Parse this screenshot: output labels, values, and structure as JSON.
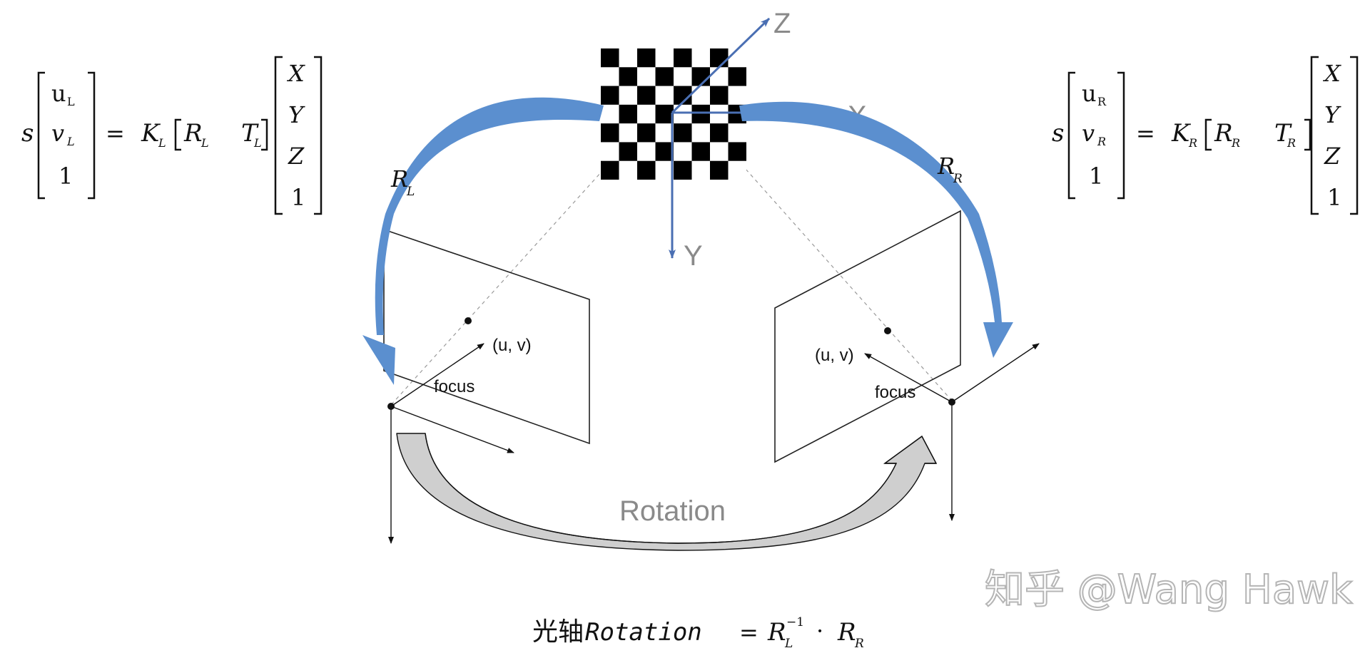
{
  "equations": {
    "left": {
      "scale": "s",
      "vec_u": "u",
      "vec_u_sub": "L",
      "vec_v": "v",
      "vec_v_sub": "L",
      "vec_one": "1",
      "equals": "=",
      "K": "K",
      "K_sub": "L",
      "R": "R",
      "R_sub": "L",
      "T": "T",
      "T_sub": "L",
      "world": [
        "X",
        "Y",
        "Z",
        "1"
      ]
    },
    "right": {
      "scale": "s",
      "vec_u": "u",
      "vec_u_sub": "R",
      "vec_v": "v",
      "vec_v_sub": "R",
      "vec_one": "1",
      "equals": "=",
      "K": "K",
      "K_sub": "R",
      "R": "R",
      "R_sub": "R",
      "T": "T",
      "T_sub": "R",
      "world": [
        "X",
        "Y",
        "Z",
        "1"
      ]
    },
    "bottom": {
      "prefix": "光轴",
      "name": "Rotation",
      "equals": "=",
      "R1": "R",
      "R1_sub": "L",
      "R1_sup": "−1",
      "dot": "·",
      "R2": "R",
      "R2_sub": "R"
    }
  },
  "axes": {
    "x": "X",
    "y": "Y",
    "z": "Z"
  },
  "rotation_labels": {
    "left": "R",
    "left_sub": "L",
    "right": "R",
    "right_sub": "R"
  },
  "cameras": {
    "left": {
      "point_label": "(u, v)",
      "focus_label": "focus"
    },
    "right": {
      "point_label": "(u, v)",
      "focus_label": "focus"
    }
  },
  "rotation_arrow_label": "Rotation",
  "watermark": "知乎 @Wang Hawk",
  "colors": {
    "axis_blue": "#4a6fb3",
    "arrow_blue": "#5b8fcf",
    "arrow_grey": "#cfcfcf",
    "axis_label_grey": "#8a8a8a"
  }
}
